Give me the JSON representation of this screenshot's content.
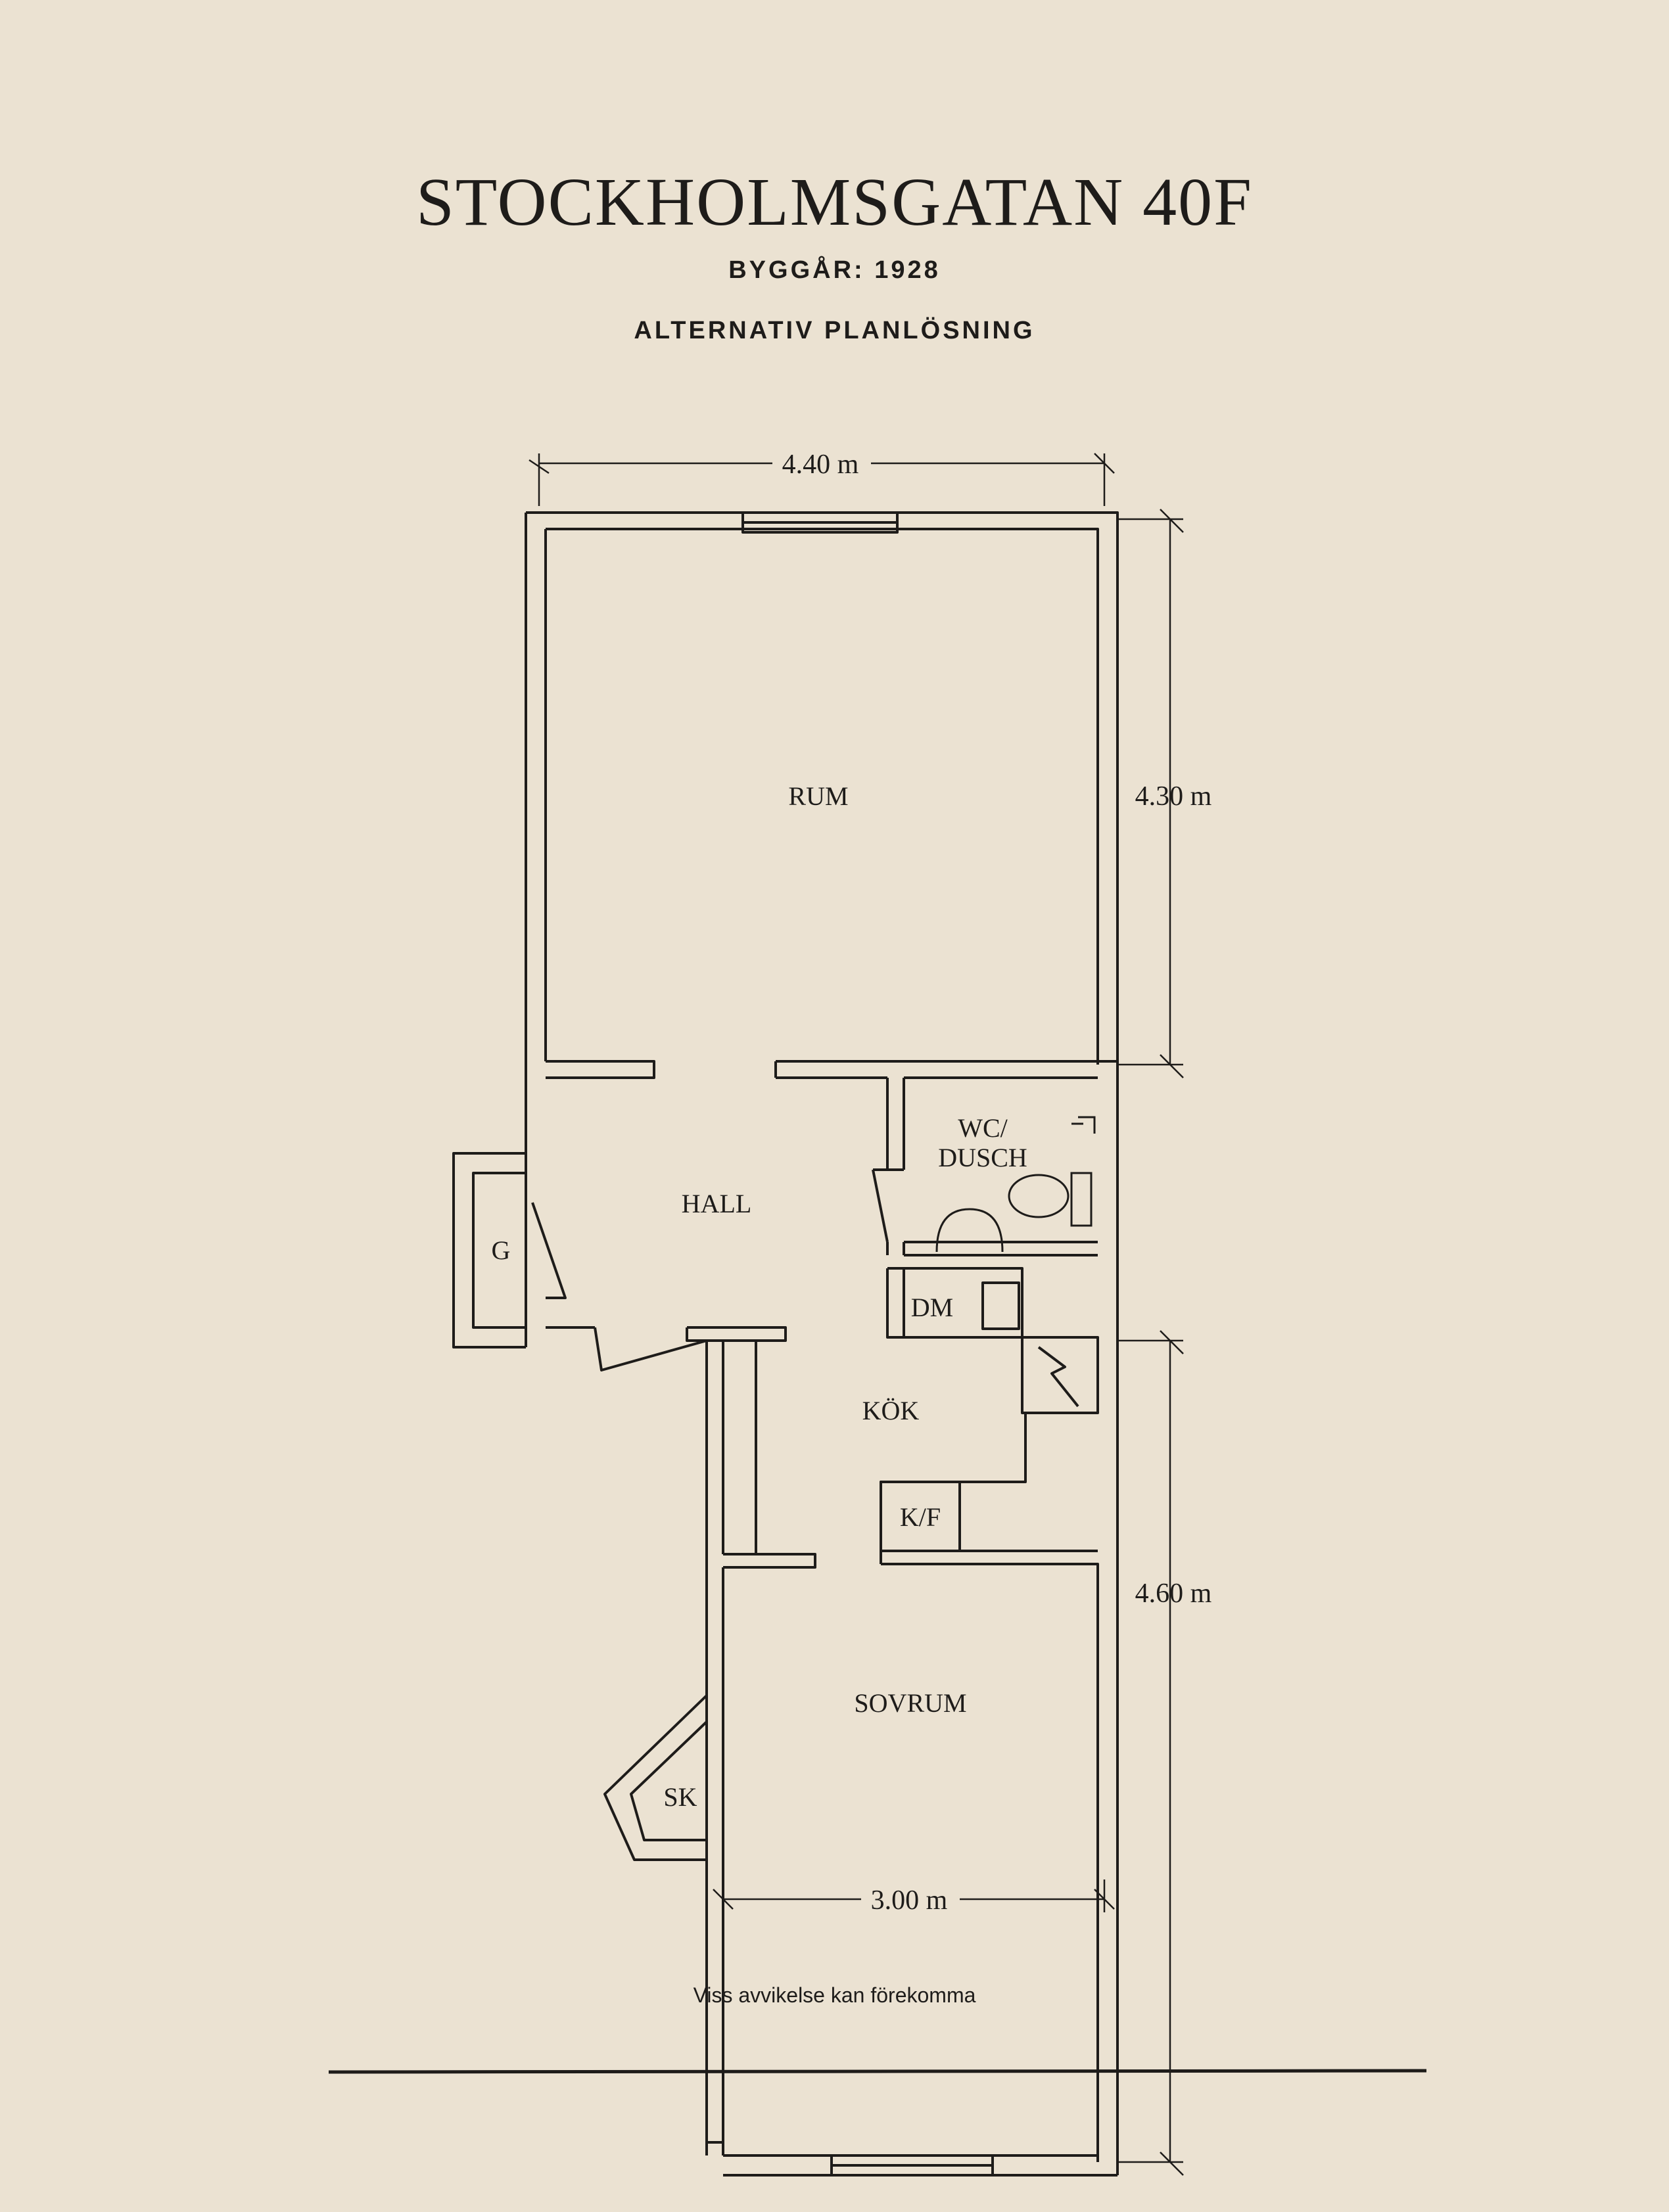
{
  "header": {
    "title": "STOCKHOLMSGATAN 40F",
    "year": "BYGGÅR: 1928",
    "plan_type": "ALTERNATIV PLANLÖSNING"
  },
  "plan": {
    "rooms": {
      "rum": "RUM",
      "hall": "HALL",
      "wc_line1": "WC/",
      "wc_line2": "DUSCH",
      "dm": "DM",
      "kok": "KÖK",
      "kf": "K/F",
      "sovrum": "SOVRUM",
      "sk": "SK",
      "g": "G"
    },
    "dimensions": {
      "top_width": "4.40 m",
      "upper_height": "4.30 m",
      "lower_height": "4.60 m",
      "bottom_width": "3.00 m"
    }
  },
  "footer": {
    "note": "Viss avvikelse kan förekomma"
  },
  "colors": {
    "background": "#ebe2d2",
    "ink": "#1e1c1a"
  }
}
